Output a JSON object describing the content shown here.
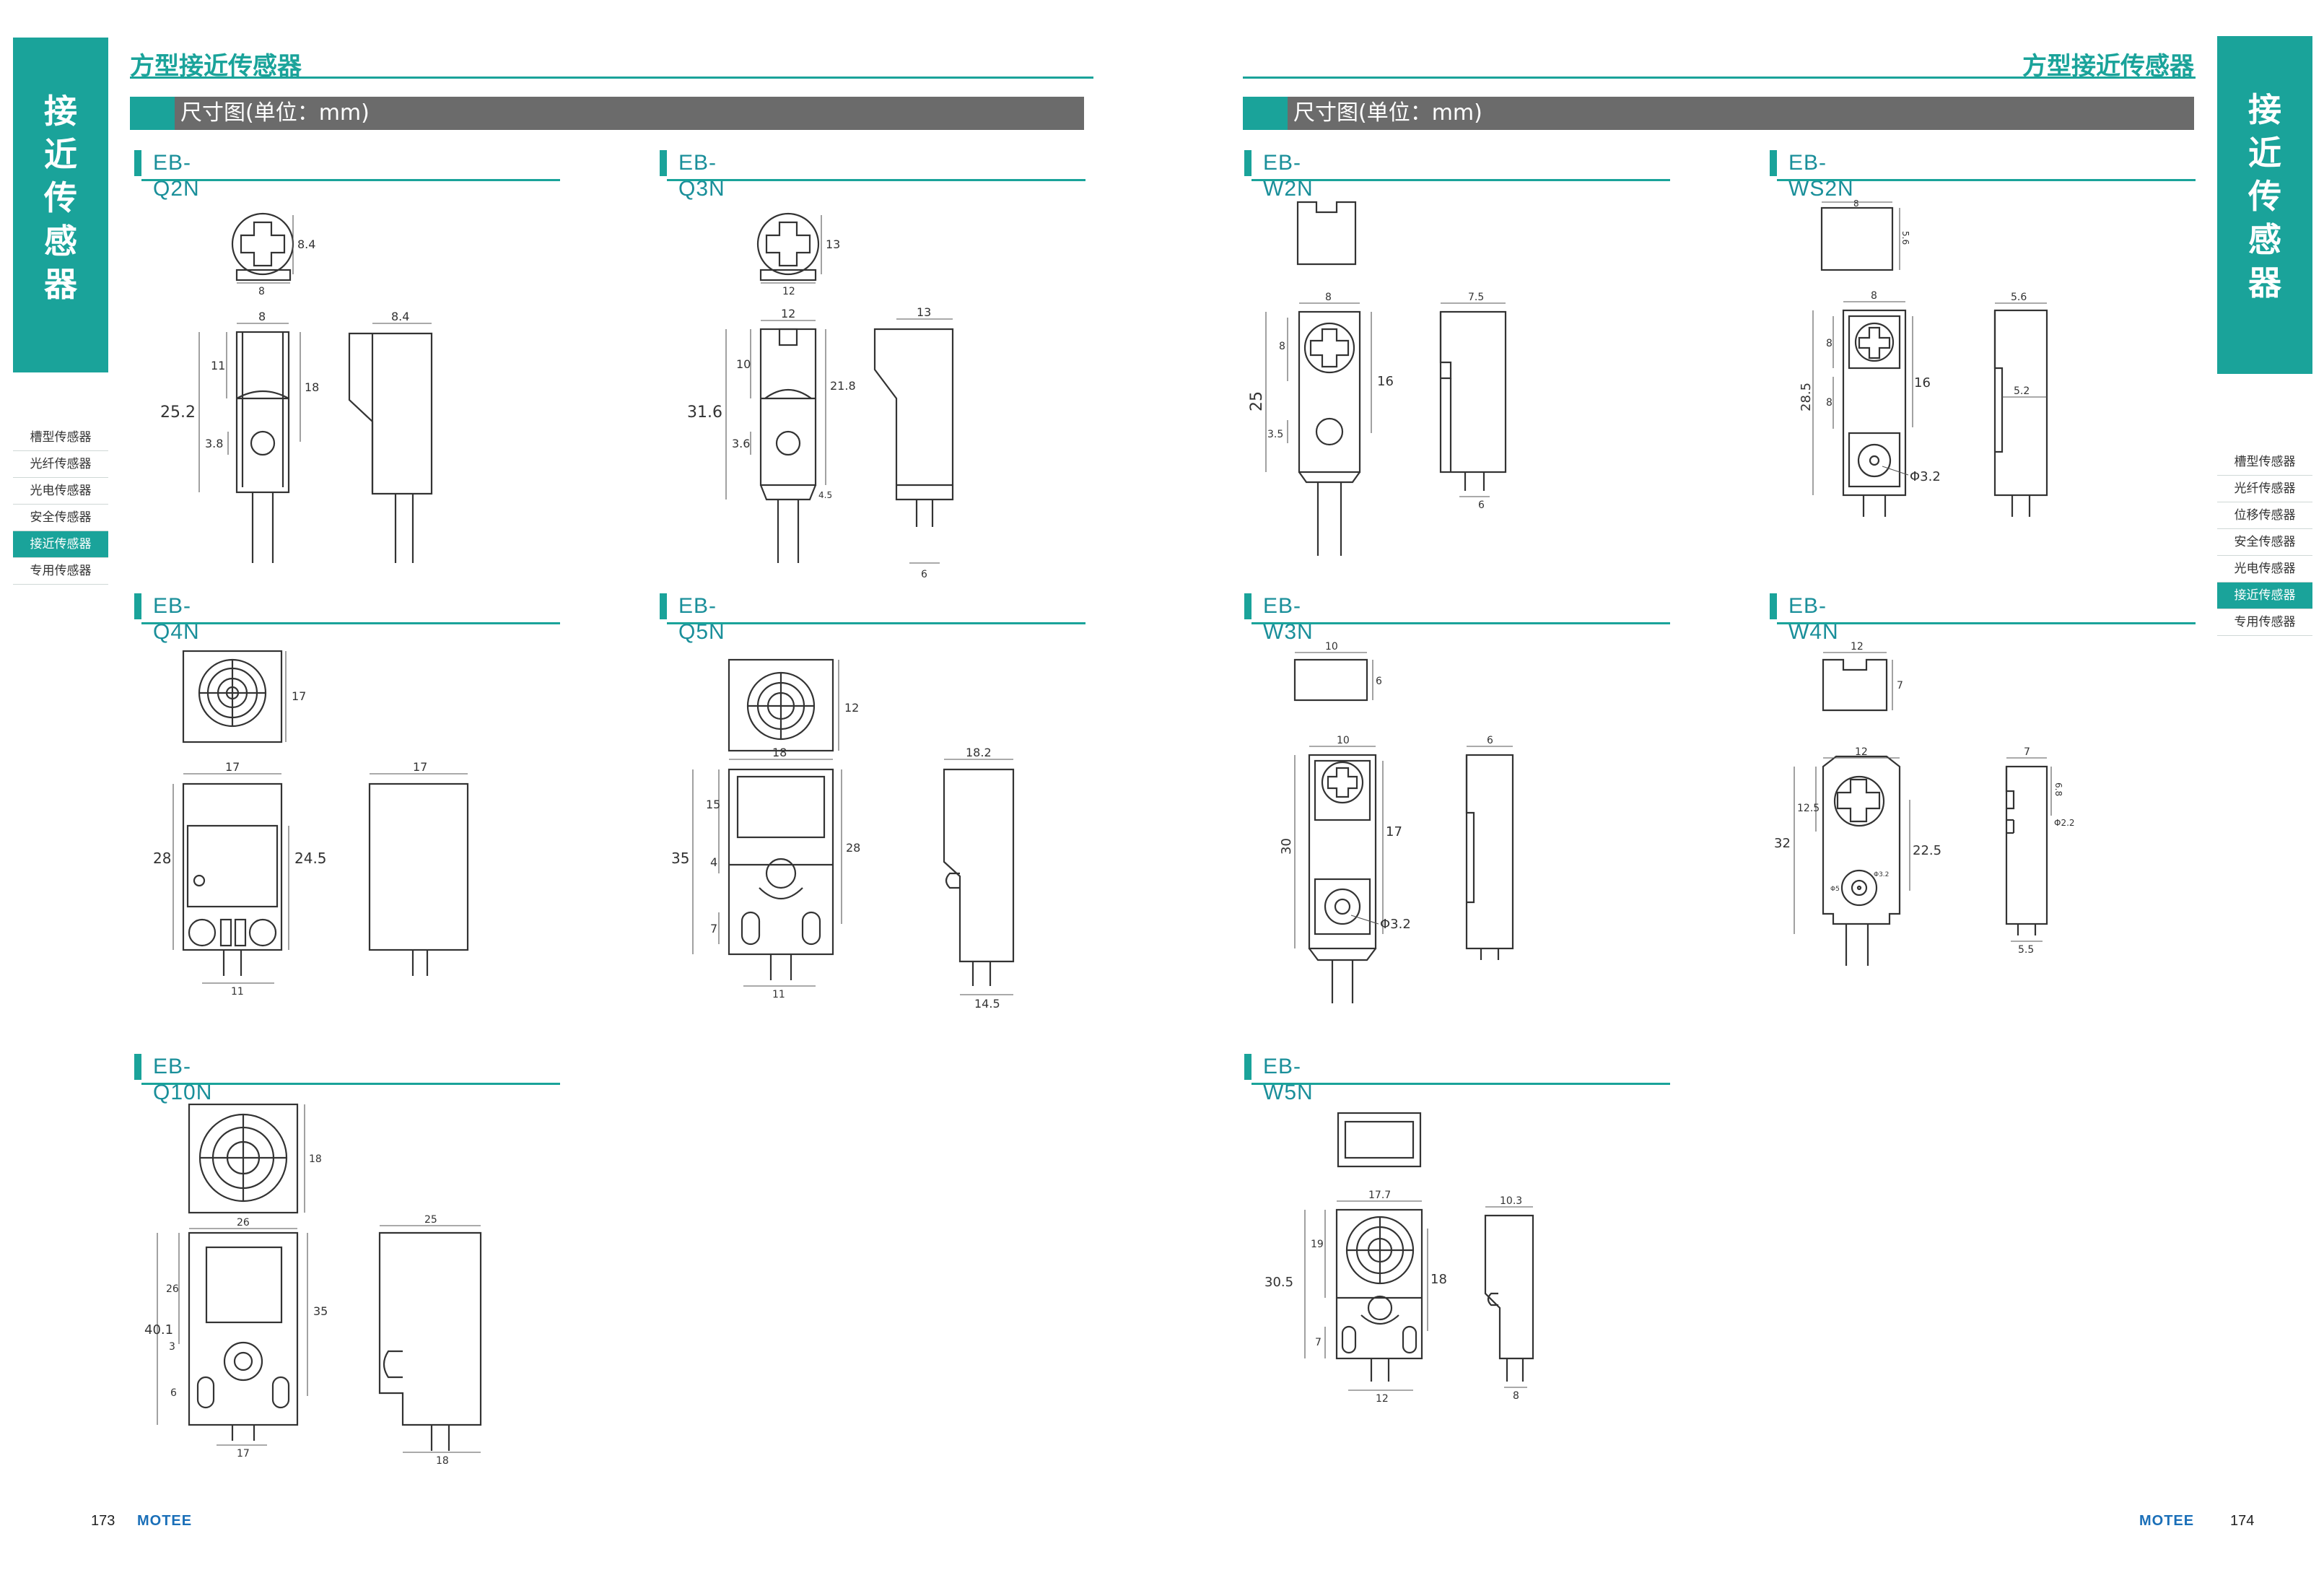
{
  "left_page": {
    "title": "方型接近传感器",
    "unit_bar": "尺寸图(单位：mm)",
    "side_tab": [
      "接",
      "近",
      "传",
      "感",
      "器"
    ],
    "side_menu": [
      {
        "label": "槽型传感器",
        "active": false
      },
      {
        "label": "光纤传感器",
        "active": false
      },
      {
        "label": "光电传感器",
        "active": false
      },
      {
        "label": "安全传感器",
        "active": false
      },
      {
        "label": "接近传感器",
        "active": true
      },
      {
        "label": "专用传感器",
        "active": false
      }
    ],
    "page_number": "173",
    "brand": "MOTEE"
  },
  "right_page": {
    "title": "方型接近传感器",
    "unit_bar": "尺寸图(单位：mm)",
    "side_tab": [
      "接",
      "近",
      "传",
      "感",
      "器"
    ],
    "side_menu": [
      {
        "label": "槽型传感器",
        "active": false
      },
      {
        "label": "光纤传感器",
        "active": false
      },
      {
        "label": "位移传感器",
        "active": false
      },
      {
        "label": "安全传感器",
        "active": false
      },
      {
        "label": "光电传感器",
        "active": false
      },
      {
        "label": "接近传感器",
        "active": true
      },
      {
        "label": "专用传感器",
        "active": false
      }
    ],
    "page_number": "174",
    "brand": "MOTEE"
  },
  "sections": {
    "q2n": {
      "model": "EB-Q2N",
      "dims": {
        "top_h": "8.4",
        "top_w": "8",
        "front_w": "8",
        "h_total": "25.2",
        "h_upper": "11",
        "h_body": "18",
        "h_low": "3.8",
        "side_w": "8.4"
      }
    },
    "q3n": {
      "model": "EB-Q3N",
      "dims": {
        "top_h": "13",
        "top_w": "12",
        "front_w": "12",
        "h_total": "31.6",
        "h_upper": "10",
        "h_body": "21.8",
        "h_low": "3.6",
        "h_tab": "4.5",
        "side_w": "13",
        "side_low": "6"
      }
    },
    "q4n": {
      "model": "EB-Q4N",
      "dims": {
        "top_h": "17",
        "front_w": "17",
        "h_total": "28",
        "h_body": "24.5",
        "cable_w": "11",
        "side_w": "17"
      }
    },
    "q5n": {
      "model": "EB-Q5N",
      "dims": {
        "top_h": "12",
        "front_w": "18",
        "h_total": "35",
        "h_upper": "15",
        "h_mid": "4",
        "h_low": "7",
        "h_body": "28",
        "cable_w": "11",
        "side_w": "18.2",
        "side_low": "14.5"
      }
    },
    "q10n": {
      "model": "EB-Q10N",
      "dims": {
        "top_h": "18",
        "top_w": "26",
        "h_total": "40.1",
        "h_upper": "26",
        "h_mid": "3",
        "h_low": "6",
        "h_body": "35",
        "cable_w": "17",
        "side_w": "25",
        "side_low": "18"
      }
    },
    "w2n": {
      "model": "EB-W2N",
      "dims": {
        "front_w": "8",
        "h_total": "25",
        "h_upper": "8",
        "h_body": "16",
        "h_low": "3.5",
        "side_w": "7.5",
        "side_low": "6"
      }
    },
    "ws2n": {
      "model": "EB-WS2N",
      "dims": {
        "top_w": "8",
        "top_h": "5.6",
        "front_w": "8",
        "h_total": "28.5",
        "h_a": "8",
        "h_b": "8",
        "h_body": "16",
        "hole": "Φ3.2",
        "side_w": "5.6",
        "side_mid": "5.2"
      }
    },
    "w3n": {
      "model": "EB-W3N",
      "dims": {
        "top_w": "10",
        "top_h": "6",
        "front_w": "10",
        "h_total": "30",
        "h_body": "17",
        "hole": "Φ3.2",
        "side_w": "6"
      }
    },
    "w4n": {
      "model": "EB-W4N",
      "dims": {
        "top_w": "12",
        "top_h": "7",
        "front_w": "12",
        "h_total": "32",
        "h_upper": "12.5",
        "h_body": "22.5",
        "side_w": "7",
        "side_h": "6.8",
        "hole": "Φ2.2",
        "side_low": "5.5",
        "mini_a": "Φ5",
        "mini_b": "Φ3.2"
      }
    },
    "w5n": {
      "model": "EB-W5N",
      "dims": {
        "front_w": "17.7",
        "h_total": "30.5",
        "h_upper": "19",
        "h_low": "7",
        "h_body": "18",
        "cable_w": "12",
        "side_w": "10.3",
        "side_low": "8"
      }
    }
  },
  "colors": {
    "accent": "#1aa39a",
    "unit_bar": "#6b6b6b",
    "brand": "#1a6fb8"
  }
}
